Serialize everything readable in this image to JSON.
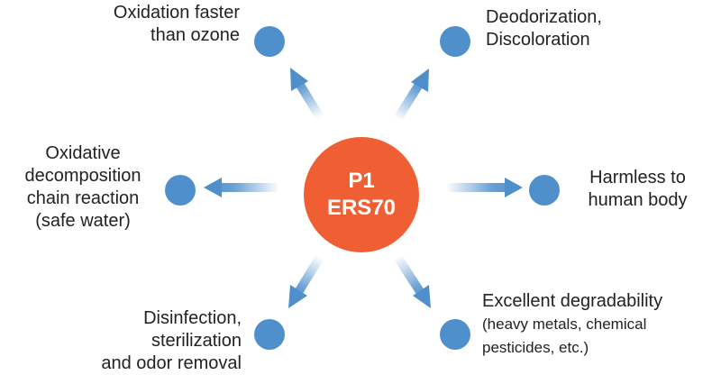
{
  "center": {
    "line1": "P1",
    "line2": "ERS70"
  },
  "colors": {
    "center": "#f05f33",
    "dot": "#4f8fcc",
    "arrow": "#4f8fcc",
    "text": "#222222"
  },
  "items": [
    {
      "id": "oxidation",
      "lines": [
        "Oxidation faster",
        "than ozone"
      ]
    },
    {
      "id": "deodorization",
      "lines": [
        "Deodorization,",
        "Discoloration"
      ]
    },
    {
      "id": "chain",
      "lines": [
        "Oxidative",
        "decomposition",
        "chain reaction",
        "(safe water)"
      ]
    },
    {
      "id": "harmless",
      "lines": [
        "Harmless to",
        "human body"
      ]
    },
    {
      "id": "disinfection",
      "lines": [
        "Disinfection,",
        "sterilization",
        "and odor removal"
      ]
    },
    {
      "id": "degradability",
      "lines": [
        "Excellent degradability",
        "(heavy metals, chemical",
        "pesticides, etc.)"
      ]
    }
  ]
}
